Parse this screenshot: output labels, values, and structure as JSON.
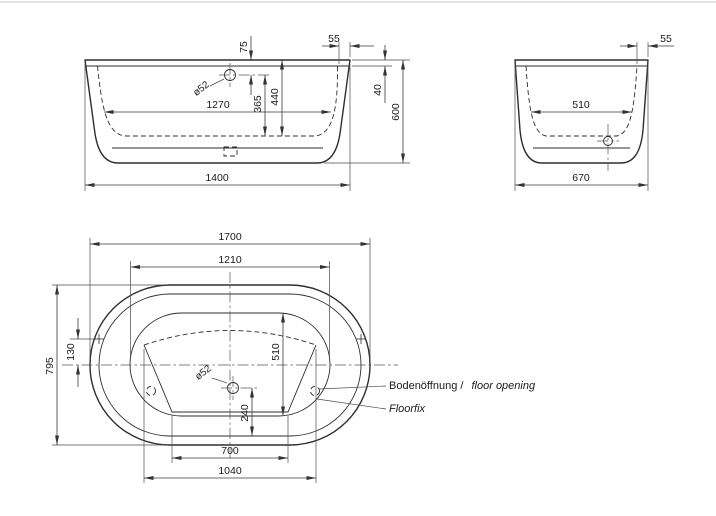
{
  "drawing": {
    "front_view": {
      "dims": {
        "overall_length": "1400",
        "inner_length": "1270",
        "overall_height": "600",
        "inner_depth": "440",
        "overflow_to_floor": "365",
        "overflow_offset": "75",
        "rim_overhang": "55",
        "rim_thickness": "40",
        "overflow_diameter": "ø52"
      }
    },
    "end_view": {
      "dims": {
        "overall_width": "670",
        "inner_width": "510",
        "rim_overhang": "55"
      }
    },
    "plan_view": {
      "dims": {
        "overall_length": "1700",
        "inner_length": "1210",
        "overall_width": "795",
        "fixing_offset": "130",
        "inner_width": "510",
        "drain_offset": "240",
        "floor_flat_length": "700",
        "floor_length": "1040",
        "drain_diameter": "ø52"
      },
      "labels": {
        "floor_opening_de": "Bodenöffnung /",
        "floor_opening_en": "floor opening",
        "floorfix": "Floorfix"
      }
    },
    "colors": {
      "line": "#2e2e2e",
      "dimension": "#3a3a3a",
      "background": "#ffffff"
    }
  }
}
